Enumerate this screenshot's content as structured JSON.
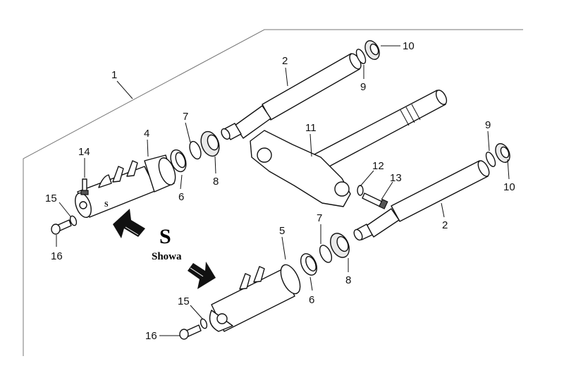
{
  "callouts": {
    "c1": "1",
    "c2a": "2",
    "c2b": "2",
    "c4": "4",
    "c5": "5",
    "c6a": "6",
    "c6b": "6",
    "c7a": "7",
    "c7b": "7",
    "c8a": "8",
    "c8b": "8",
    "c9a": "9",
    "c9b": "9",
    "c10a": "10",
    "c10b": "10",
    "c11": "11",
    "c12": "12",
    "c13": "13",
    "c14": "14",
    "c15a": "15",
    "c15b": "15",
    "c16a": "16",
    "c16b": "16"
  },
  "brand": {
    "letter": "S",
    "name": "Showa"
  },
  "slider_mark": "S"
}
